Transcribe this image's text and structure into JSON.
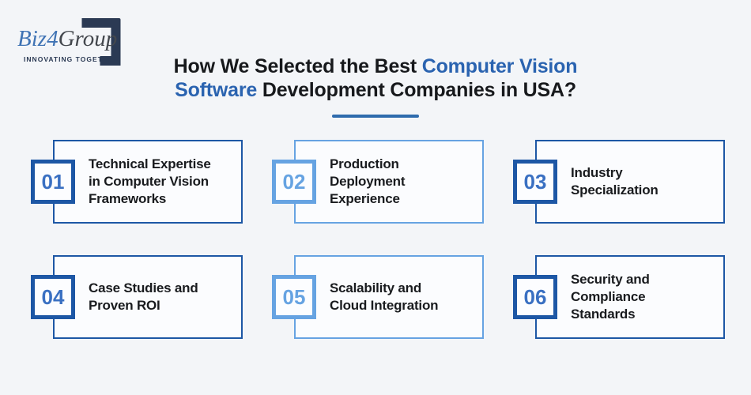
{
  "logo": {
    "name_part1": "Biz",
    "name_part2": "4",
    "name_part3": "Group",
    "tagline": "INNOVATING TOGETHER"
  },
  "title": {
    "line1_dark": "How We Selected the Best",
    "line1_blue": "Computer Vision",
    "line2_blue": "Software",
    "line2_dark": "Development Companies in USA?"
  },
  "colors": {
    "page_background": "#f3f5f8",
    "accent_dark_blue": "#1d57a5",
    "accent_light_blue": "#66a3e2",
    "title_blue": "#2a63b0",
    "logo_navy": "#2b3a54"
  },
  "cards": [
    {
      "number": "01",
      "label": "Technical Expertise\nin Computer Vision\nFrameworks",
      "theme": "dark"
    },
    {
      "number": "02",
      "label": "Production\nDeployment\nExperience",
      "theme": "light"
    },
    {
      "number": "03",
      "label": "Industry\nSpecialization",
      "theme": "dark"
    },
    {
      "number": "04",
      "label": "Case Studies and\nProven ROI",
      "theme": "dark"
    },
    {
      "number": "05",
      "label": "Scalability and\nCloud Integration",
      "theme": "light"
    },
    {
      "number": "06",
      "label": "Security and\nCompliance\nStandards",
      "theme": "dark"
    }
  ]
}
